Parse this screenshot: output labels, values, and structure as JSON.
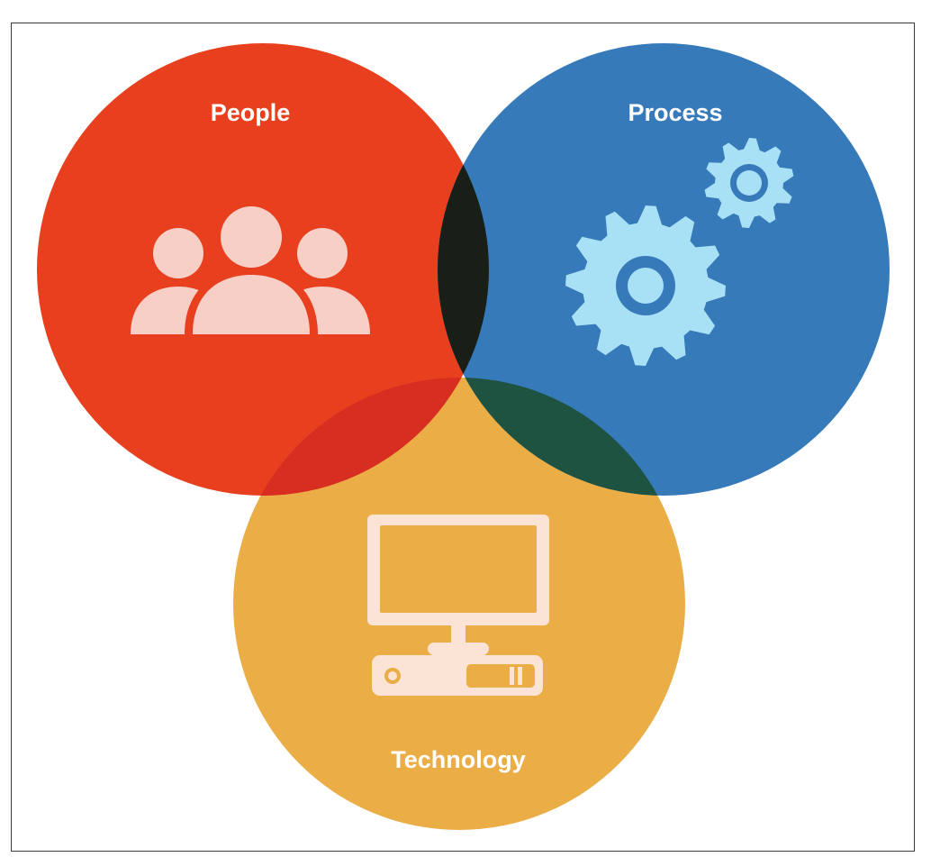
{
  "circles": {
    "people": {
      "label": "People",
      "color": "#E8401F",
      "icon": "people-group-icon"
    },
    "process": {
      "label": "Process",
      "color": "#367AB9",
      "icon": "gears-icon"
    },
    "technology": {
      "label": "Technology",
      "color": "#EBAD46",
      "icon": "desktop-computer-icon"
    }
  },
  "overlaps": {
    "people_process": "#191E17",
    "people_technology": "#D82E21",
    "process_technology": "#1E5241",
    "center": "#6B2A1C"
  },
  "icon_colors": {
    "people": "#F7CFC7",
    "process": "#A8E0F5",
    "technology": "#FBE3D6"
  }
}
